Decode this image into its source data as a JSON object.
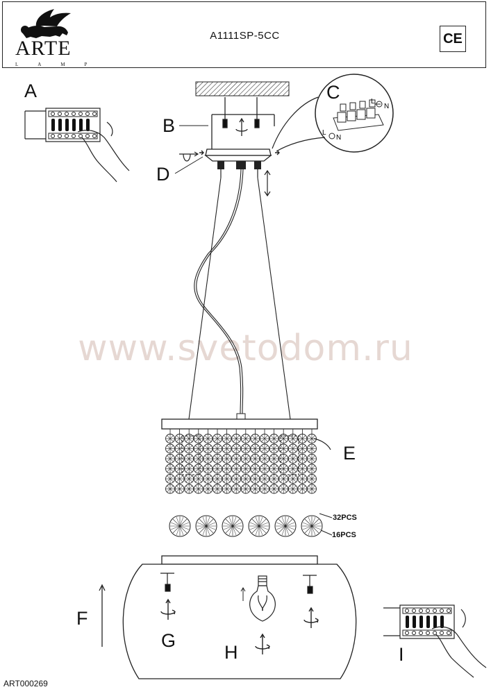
{
  "header": {
    "brand": "ARTE",
    "brand_sub": "LAMP",
    "model": "A1111SP-5CC",
    "certification": "CE"
  },
  "labels": {
    "a": "A",
    "b": "B",
    "c": "C",
    "d": "D",
    "e": "E",
    "f": "F",
    "g": "G",
    "h": "H",
    "i": "I"
  },
  "wiring": {
    "l": "L",
    "n": "N"
  },
  "counts": {
    "small_crystals": "32PCS",
    "large_crystals": "16PCS"
  },
  "watermark": "www.svetodom.ru",
  "footer": {
    "code": "ART000269"
  }
}
